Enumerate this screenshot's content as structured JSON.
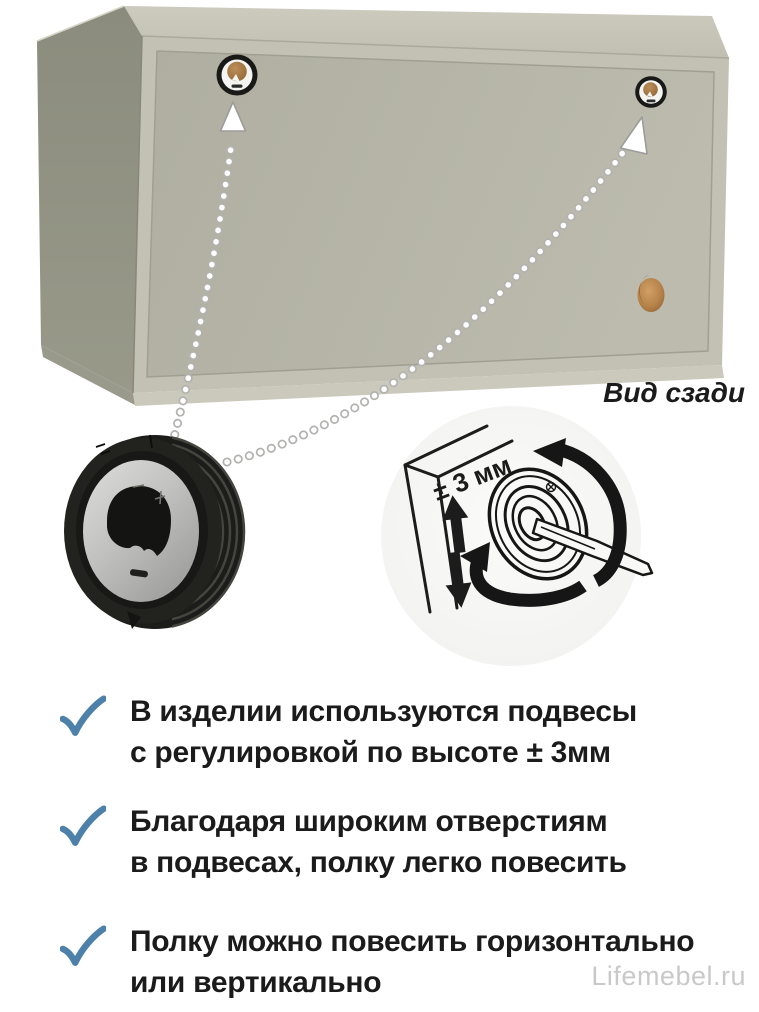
{
  "back_view_label": "Вид сзади",
  "diagram": {
    "adjustment_label": "± 3 мм"
  },
  "bullets": [
    {
      "line1": "В изделии используются подвесы",
      "line2": "с регулировкой по высоте ± 3мм"
    },
    {
      "line1": "Благодаря широким отверстиям",
      "line2": "в подвесах, полку легко повесить"
    },
    {
      "line1": "Полку можно повесить горизонтально",
      "line2": "или вертикально"
    }
  ],
  "watermark": "Lifemebel.ru",
  "colors": {
    "check_accent": "#4e81aa",
    "cabinet_panel": "#b5b4a6",
    "cabinet_frame": "#c2c1b3",
    "cabinet_side": "#8e8f80",
    "wood_hole": "#b5824a",
    "hanger_black": "#1c1c1a",
    "hanger_silver": "#c4c4c2",
    "text": "#1b1b1b",
    "watermark_gray": "#c9c9c9"
  }
}
